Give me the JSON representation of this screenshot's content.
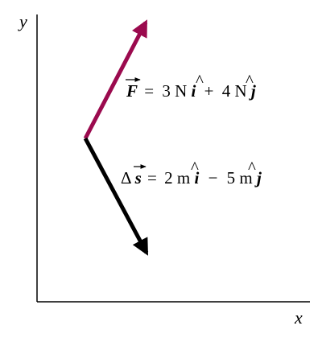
{
  "axes": {
    "x_label": "x",
    "y_label": "y"
  },
  "vectors": {
    "force": {
      "symbol": "F",
      "equals": "=",
      "x_component": "3 N",
      "operator": "+",
      "y_component": "4 N",
      "unit_i": "i",
      "unit_j": "j",
      "color": "#9b0a4e"
    },
    "displacement": {
      "delta": "Δ",
      "symbol": "s",
      "equals": "=",
      "x_component": "2 m",
      "operator": "−",
      "y_component": "5 m",
      "unit_i": "i",
      "unit_j": "j",
      "color": "#000000"
    }
  },
  "glyphs": {
    "hat": "^"
  }
}
